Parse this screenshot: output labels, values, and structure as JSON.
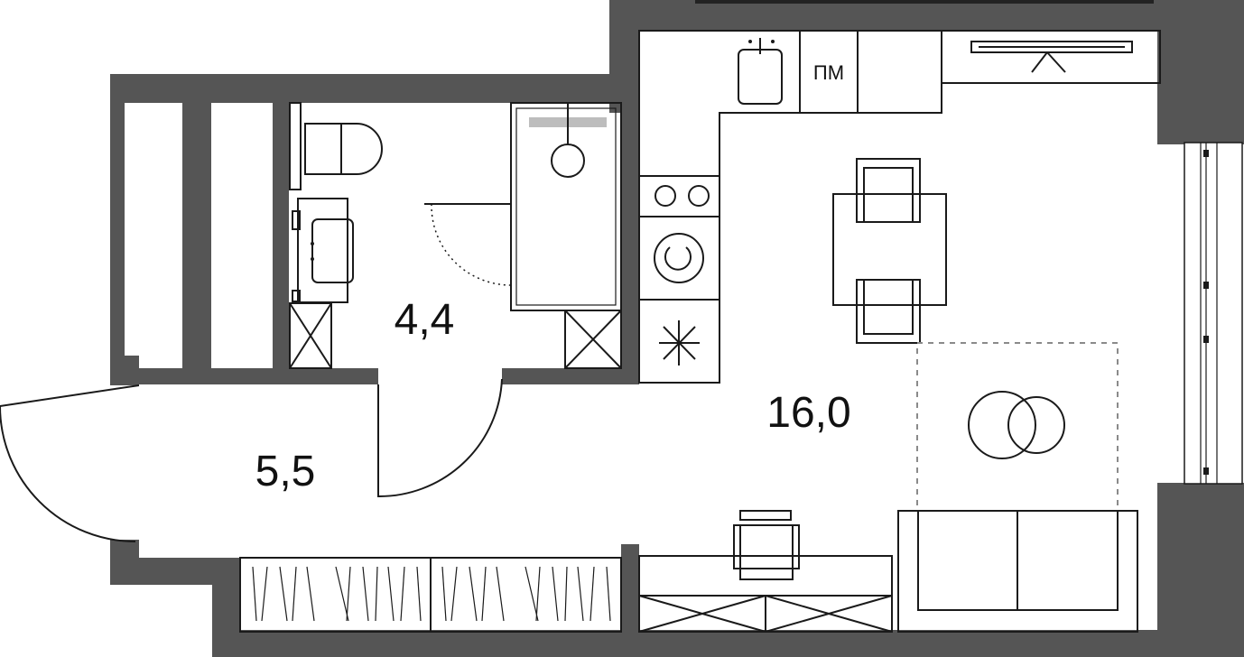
{
  "rooms": {
    "bathroom_area": "4,4",
    "hall_area": "5,5",
    "living_area": "16,0"
  },
  "kitchen": {
    "appliance_label": "ПМ"
  },
  "colors": {
    "wall": "#555555",
    "line": "#1a1a1a",
    "dashed_zone": "#8a8a8a",
    "background": "#ffffff"
  }
}
